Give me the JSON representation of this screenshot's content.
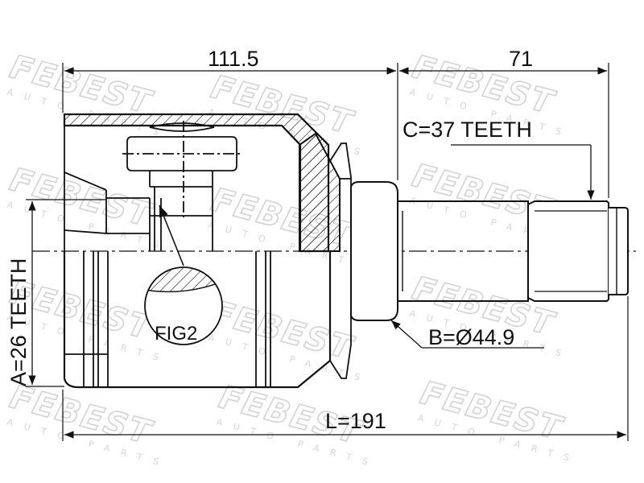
{
  "dimensions": {
    "width_left": "111.5",
    "width_right": "71",
    "total_length": "L=191",
    "teeth_a": "A=26 TEETH",
    "teeth_c": "C=37 TEETH",
    "diameter_b": "B=Ø44.9",
    "fig_label": "FIG2"
  },
  "watermark": {
    "brand": "FEBEST",
    "sub": "AUTO PARTS"
  },
  "colors": {
    "line": "#111111",
    "watermark": "#d3d3d3"
  }
}
